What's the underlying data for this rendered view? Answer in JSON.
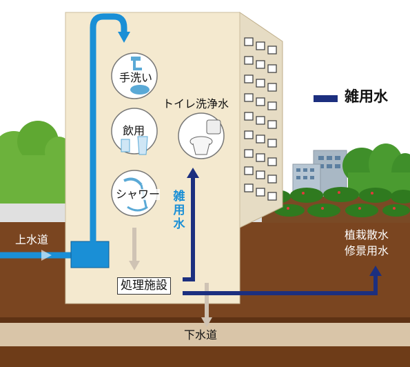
{
  "legend": {
    "label": "雑用水",
    "color": "#1c2f7f"
  },
  "labels": {
    "handwash": "手洗い",
    "drinking": "飲用",
    "shower": "シャワー",
    "toilet": "トイレ洗浄水",
    "water_supply": "上水道",
    "treatment": "処理施設",
    "sewer": "下水道",
    "reclaimed_vertical": [
      "雑",
      "用",
      "水"
    ],
    "irrigation": "植栽散水",
    "landscape": "修景用水"
  },
  "colors": {
    "potable_pipe": "#1a8fd6",
    "reclaimed_pipe": "#1c2f7f",
    "drain_pipe": "#cfc3b4",
    "ground": "#7a4520",
    "building": "#f4e9cf"
  },
  "icons": [
    "faucet-icon",
    "cups-icon",
    "shower-icon",
    "toilet-icon"
  ]
}
